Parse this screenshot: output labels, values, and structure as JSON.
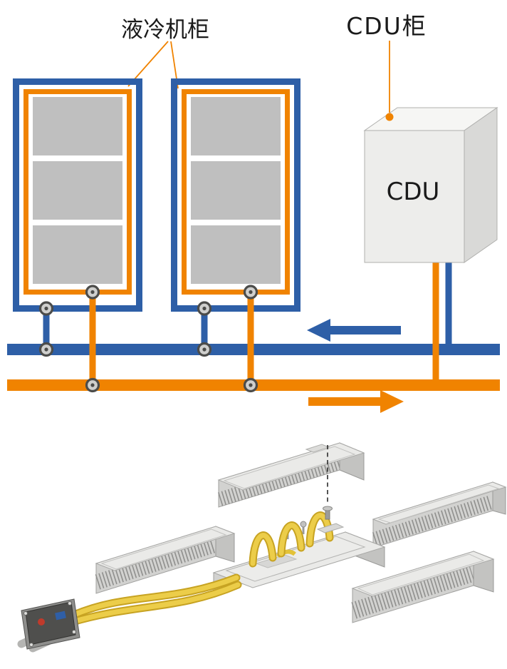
{
  "diagram": {
    "type": "liquid-cooling-schematic",
    "labels": {
      "cooling_cabinet": "液冷机柜",
      "cdu_cabinet": "CDU柜",
      "cdu_unit": "CDU"
    },
    "colors": {
      "supply_blue": "#2E5FA7",
      "return_orange": "#F08300",
      "server_block_gray": "#BFBFBF",
      "cdu_face_gray": "#EDEDEB",
      "tube_yellow": "#E3C238"
    },
    "flow": {
      "supply_arrow_direction": "left",
      "return_arrow_direction": "right"
    },
    "counts": {
      "cooling_cabinets": 2,
      "server_blocks_per_cabinet": 3,
      "valves": 8
    }
  }
}
